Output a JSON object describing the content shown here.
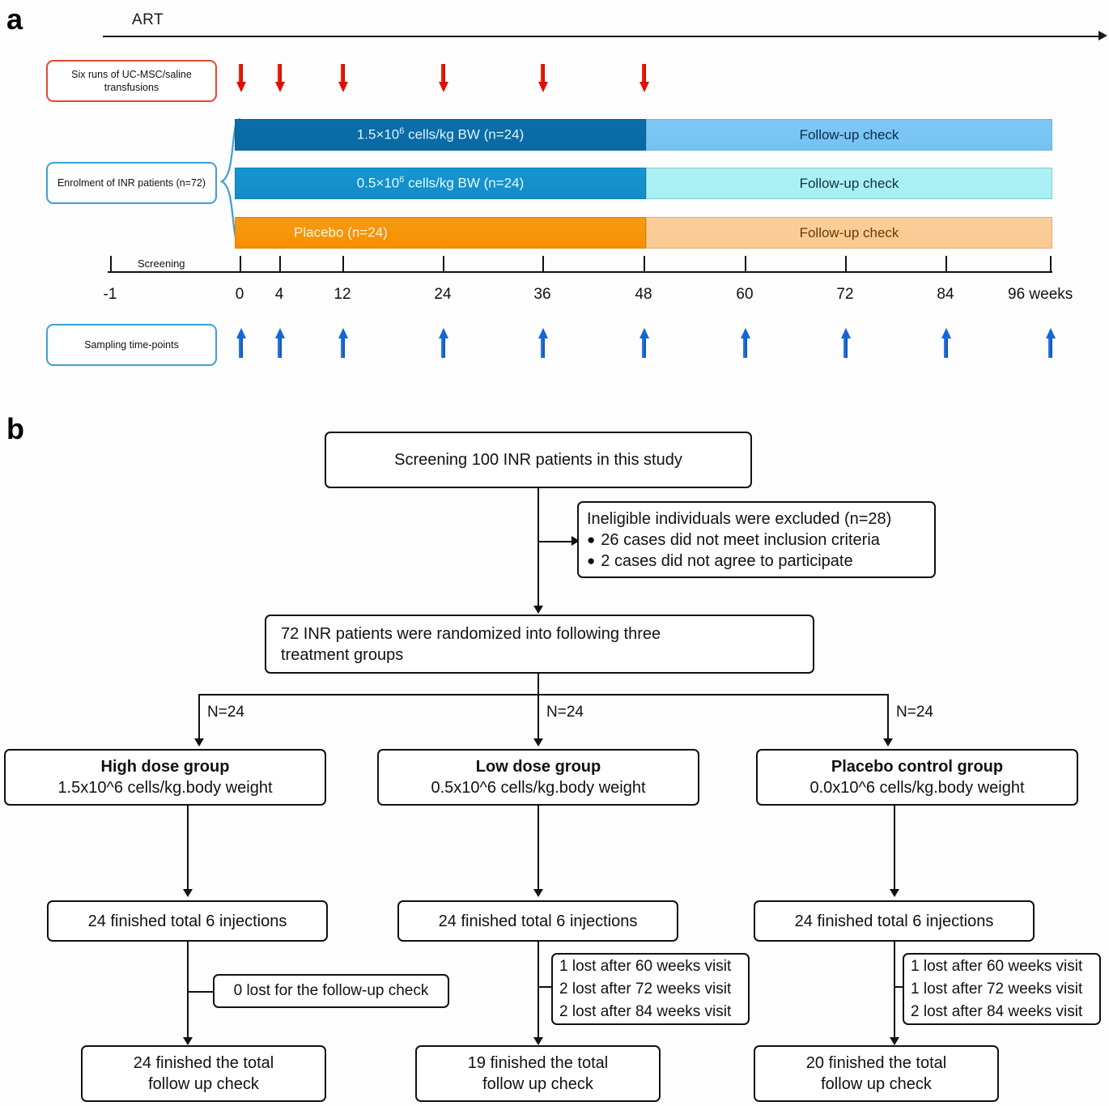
{
  "panels": {
    "a_letter": "a",
    "b_letter": "b"
  },
  "panel_a": {
    "art_label": "ART",
    "transfusion_box": {
      "line1": "Six runs of UC-MSC/saline",
      "line2": "transfusions"
    },
    "enrollment_box": {
      "line1": "Enrolment of INR patients",
      "line2": "(n=72)"
    },
    "sampling_box": {
      "label": "Sampling time-points"
    },
    "screening_label": "Screening",
    "bars": [
      {
        "treatment_label_prefix": "1.5×10",
        "treatment_label_sup": "6",
        "treatment_label_suffix": " cells/kg BW (n=24)",
        "followup_label": "Follow-up check",
        "treat_color": "#0b6ea8",
        "follow_color": "#7ec8f5"
      },
      {
        "treatment_label_prefix": "0.5×10",
        "treatment_label_sup": "6",
        "treatment_label_suffix": " cells/kg BW (n=24)",
        "followup_label": "Follow-up check",
        "treat_color": "#1796d2",
        "follow_color": "#adf2f5"
      },
      {
        "treatment_label_prefix": "Placebo (n=24)",
        "treatment_label_sup": "",
        "treatment_label_suffix": "",
        "followup_label": "Follow-up check",
        "treat_color": "#f59000",
        "follow_color": "#fbcf9a"
      }
    ],
    "axis": {
      "tick_labels": [
        "-1",
        "0",
        "4",
        "12",
        "24",
        "36",
        "48",
        "60",
        "72",
        "84",
        "96 weeks"
      ],
      "tick_weeks": [
        -1,
        0,
        4,
        12,
        24,
        36,
        48,
        60,
        72,
        84,
        96
      ]
    },
    "transfusion_weeks": [
      0,
      4,
      12,
      24,
      36,
      48
    ],
    "sampling_weeks": [
      0,
      4,
      12,
      24,
      36,
      48,
      60,
      72,
      84,
      96
    ],
    "colors": {
      "transfusion_arrow": "#e01000",
      "sampling_arrow": "#1565d8",
      "red_box_border": "#e8452c",
      "blue_box_border": "#3f9fd4"
    }
  },
  "panel_b": {
    "screening": "Screening 100 INR patients in this study",
    "excluded": {
      "title": "Ineligible individuals were excluded  (n=28)",
      "items": [
        "26 cases did not meet inclusion criteria",
        "2 cases did not agree to  participate"
      ],
      "bullet": "●"
    },
    "randomized": {
      "line1": "72 INR patients were randomized into following three",
      "line2": "treatment groups"
    },
    "arm_count_labels": [
      "N=24",
      "N=24",
      "N=24"
    ],
    "groups": [
      {
        "title": "High dose group",
        "dose": "1.5x10^6 cells/kg.body weight",
        "injections": "24 finished  total 6 injections",
        "lost": [
          "0 lost for the follow-up check"
        ],
        "final_line1": "24 finished  the total",
        "final_line2": "follow up check"
      },
      {
        "title": "Low dose group",
        "dose": "0.5x10^6 cells/kg.body weight",
        "injections": "24 finished  total 6 injections",
        "lost": [
          "1 lost after 60 weeks visit",
          "2 lost after 72 weeks visit",
          "2 lost after 84 weeks visit"
        ],
        "final_line1": "19 finished  the total",
        "final_line2": "follow up check"
      },
      {
        "title": "Placebo control group",
        "dose": "0.0x10^6 cells/kg.body weight",
        "injections": "24 finished  total 6 injections",
        "lost": [
          "1 lost after 60 weeks visit",
          "1 lost after 72 weeks visit",
          "2 lost after 84 weeks visit"
        ],
        "final_line1": "20 finished  the total",
        "final_line2": "follow up check"
      }
    ]
  }
}
